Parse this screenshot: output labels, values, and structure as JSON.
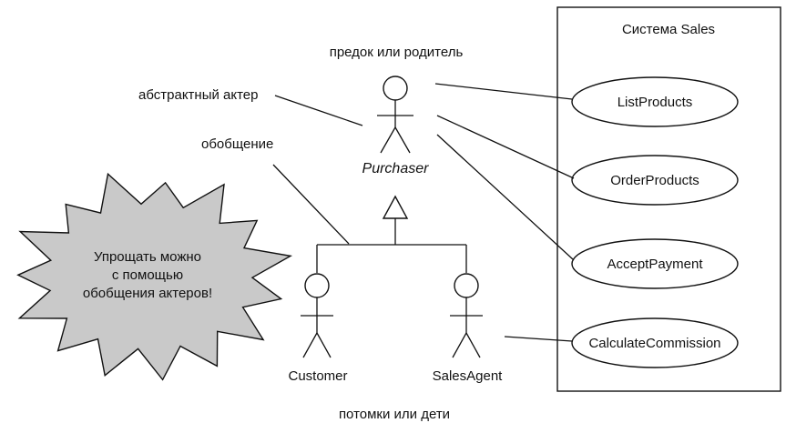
{
  "system": {
    "title": "Система Sales"
  },
  "annotations": {
    "parent": "предок или родитель",
    "abstract_actor": "абстрактный актер",
    "generalization": "обобщение",
    "descendants": "потомки или дети",
    "callout_line1": "Упрощать можно",
    "callout_line2": "с помощью",
    "callout_line3": "обобщения актеров!"
  },
  "actors": {
    "purchaser": "Purchaser",
    "customer": "Customer",
    "sales_agent": "SalesAgent"
  },
  "use_cases": {
    "list_products": "ListProducts",
    "order_products": "OrderProducts",
    "accept_payment": "AcceptPayment",
    "calculate_commission": "CalculateCommission"
  },
  "colors": {
    "callout_fill": "#c9c9c9",
    "stroke": "#111111"
  }
}
